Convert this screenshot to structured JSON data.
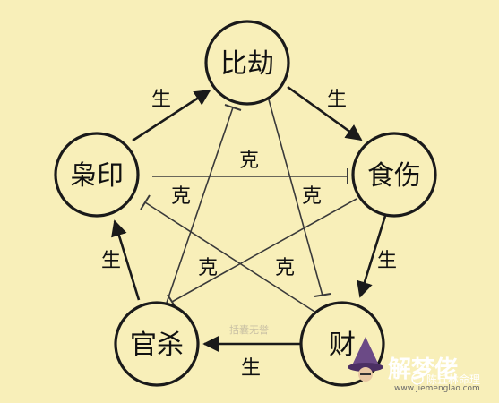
{
  "colors": {
    "background": "#f8efb9",
    "ink": "#1a1a1a",
    "control_line": "#3a3a3a",
    "logo_text": "#ffffff",
    "logo_icon": "#6b4a86"
  },
  "nodes": {
    "bijie": "比劫",
    "shishang": "食伤",
    "cai": "财",
    "guansha": "官杀",
    "xiaoyin": "枭印"
  },
  "generation_label": "生",
  "control_label": "克",
  "watermark": "括囊无誉",
  "logo": {
    "title": "解梦佬",
    "website": "www.jiemenglao.com",
    "icon": "fortune-teller-hat-icon"
  },
  "credit": "陈丘林命理"
}
